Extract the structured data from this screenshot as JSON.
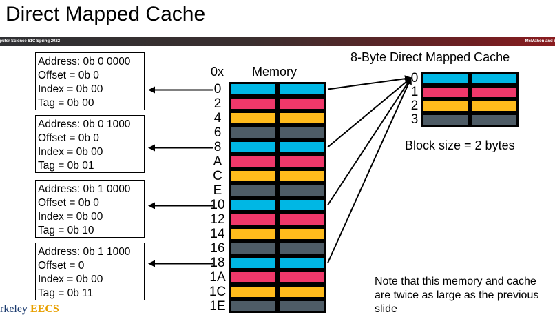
{
  "title": "Direct Mapped Cache",
  "banner": {
    "left_text": "mputer Science 61C Spring 2022",
    "right_text": "McMahon and W"
  },
  "memory": {
    "prefix_label": "0x",
    "title": "Memory",
    "addresses": [
      "0",
      "2",
      "4",
      "6",
      "8",
      "A",
      "C",
      "E",
      "10",
      "12",
      "14",
      "16",
      "18",
      "1A",
      "1C",
      "1E"
    ],
    "row_colors": [
      "#00b7e4",
      "#f0386a",
      "#ffbb1c",
      "#4e5c66"
    ]
  },
  "cache": {
    "title": "8-Byte Direct Mapped Cache",
    "indices": [
      "0",
      "1",
      "2",
      "3"
    ],
    "block_size_text": "Block size = 2 bytes"
  },
  "address_boxes": [
    {
      "address": "Address: 0b 0 0000",
      "offset": "Offset = 0b 0",
      "index": "Index = 0b 00",
      "tag": "Tag = 0b 00"
    },
    {
      "address": "Address: 0b 0 1000",
      "offset": "Offset = 0b 0",
      "index": "Index = 0b 00",
      "tag": "Tag = 0b 01"
    },
    {
      "address": "Address: 0b 1 0000",
      "offset": "Offset = 0b 0",
      "index": "Index = 0b 00",
      "tag": "Tag = 0b 10"
    },
    {
      "address": "Address: 0b 1 1000",
      "offset": "Offset = 0",
      "index": "Index = 0b 00",
      "tag": "Tag = 0b 11"
    }
  ],
  "note": "Note that this memory and cache are twice as large as the previous slide",
  "logo": {
    "prefix": "rkeley",
    "suffix": "EECS"
  }
}
